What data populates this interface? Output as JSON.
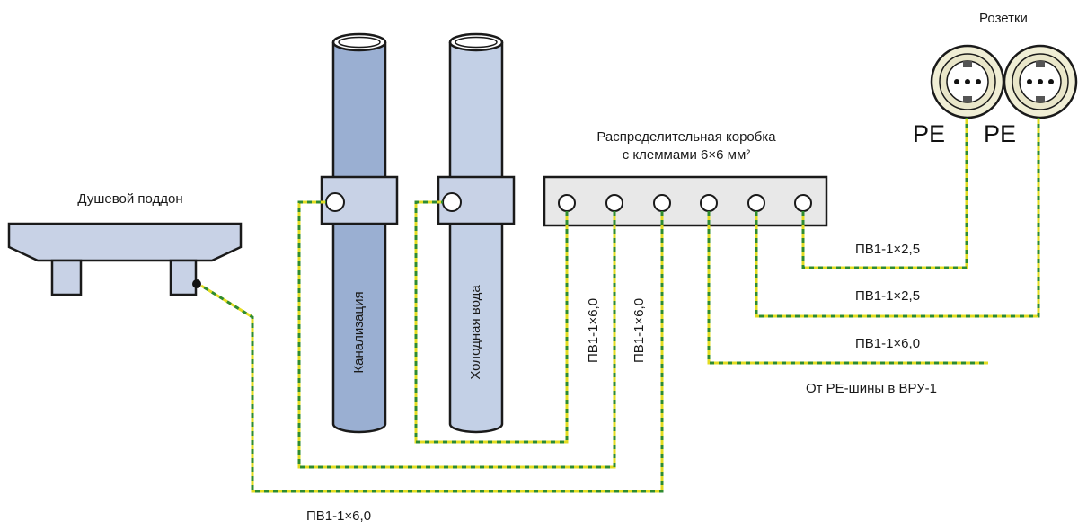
{
  "labels": {
    "shower_tray": "Душевой поддон",
    "sewer_pipe": "Канализация",
    "cold_water_pipe": "Холодная вода",
    "junction_box_line1": "Распределительная коробка",
    "junction_box_line2": "с клеммами 6×6 мм²",
    "sockets": "Розетки",
    "pe_left": "PE",
    "pe_right": "PE",
    "wire_socket1": "ПВ1-1×2,5",
    "wire_socket2": "ПВ1-1×2,5",
    "wire_feed": "ПВ1-1×6,0",
    "feed_source": "От PE-шины в ВРУ-1",
    "wire_vertical_1": "ПВ1-1×6,0",
    "wire_vertical_2": "ПВ1-1×6,0",
    "wire_bottom": "ПВ1-1×6,0"
  },
  "colors": {
    "sewer_pipe_fill": "#9aafd2",
    "cold_water_pipe_fill": "#c3d0e6",
    "clamp_fill": "#c8d2e6",
    "tray_fill": "#c8d2e6",
    "box_fill": "#e8e8e8",
    "socket_fill": "#f0eed5",
    "wire_yellow": "#e3dc22",
    "wire_green": "#2f8b2f"
  },
  "icons": [
    "ground-terminal-icon",
    "socket-icon"
  ]
}
